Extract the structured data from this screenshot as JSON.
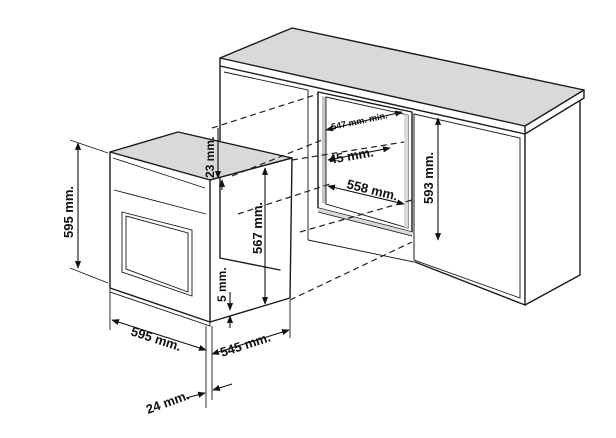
{
  "dimensions": {
    "oven_height": "595 mm.",
    "oven_width": "595 mm.",
    "oven_depth": "545 mm.",
    "front_thickness": "24 mm.",
    "top_gap": "23 mm.",
    "cavity_height": "567 mm.",
    "bottom_gap": "5 mm.",
    "niche_depth_min": "547 mm. min.",
    "back_gap": "45 mm.",
    "niche_width": "558 mm.",
    "niche_height": "593 mm."
  }
}
